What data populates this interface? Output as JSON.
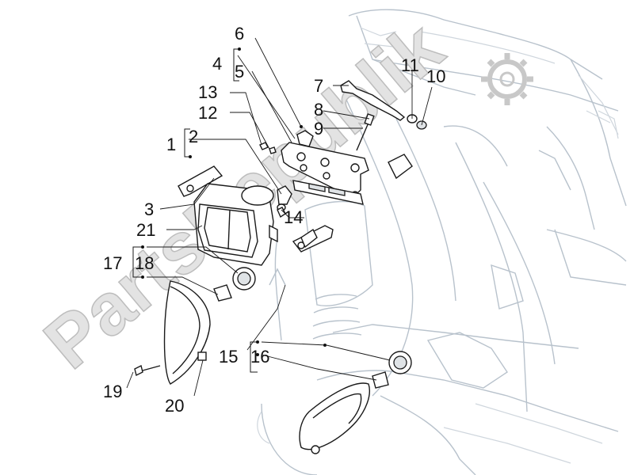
{
  "watermark": "PartsRepublik",
  "labels": [
    {
      "id": "1",
      "text": "1"
    },
    {
      "id": "2",
      "text": "2"
    },
    {
      "id": "3",
      "text": "3"
    },
    {
      "id": "4",
      "text": "4"
    },
    {
      "id": "5",
      "text": "5"
    },
    {
      "id": "6",
      "text": "6"
    },
    {
      "id": "7",
      "text": "7"
    },
    {
      "id": "8",
      "text": "8"
    },
    {
      "id": "9",
      "text": "9"
    },
    {
      "id": "10",
      "text": "10"
    },
    {
      "id": "11",
      "text": "11"
    },
    {
      "id": "12",
      "text": "12"
    },
    {
      "id": "13",
      "text": "13"
    },
    {
      "id": "14",
      "text": "14"
    },
    {
      "id": "15",
      "text": "15"
    },
    {
      "id": "16",
      "text": "16"
    },
    {
      "id": "17",
      "text": "17"
    },
    {
      "id": "18",
      "text": "18"
    },
    {
      "id": "19",
      "text": "19"
    },
    {
      "id": "20",
      "text": "20"
    },
    {
      "id": "21",
      "text": "21"
    }
  ],
  "colors": {
    "ink": "#1a1a1a",
    "outline": "#b8c2cc",
    "watermark": "#e3e3e3"
  },
  "icons": [
    "gear-icon"
  ]
}
